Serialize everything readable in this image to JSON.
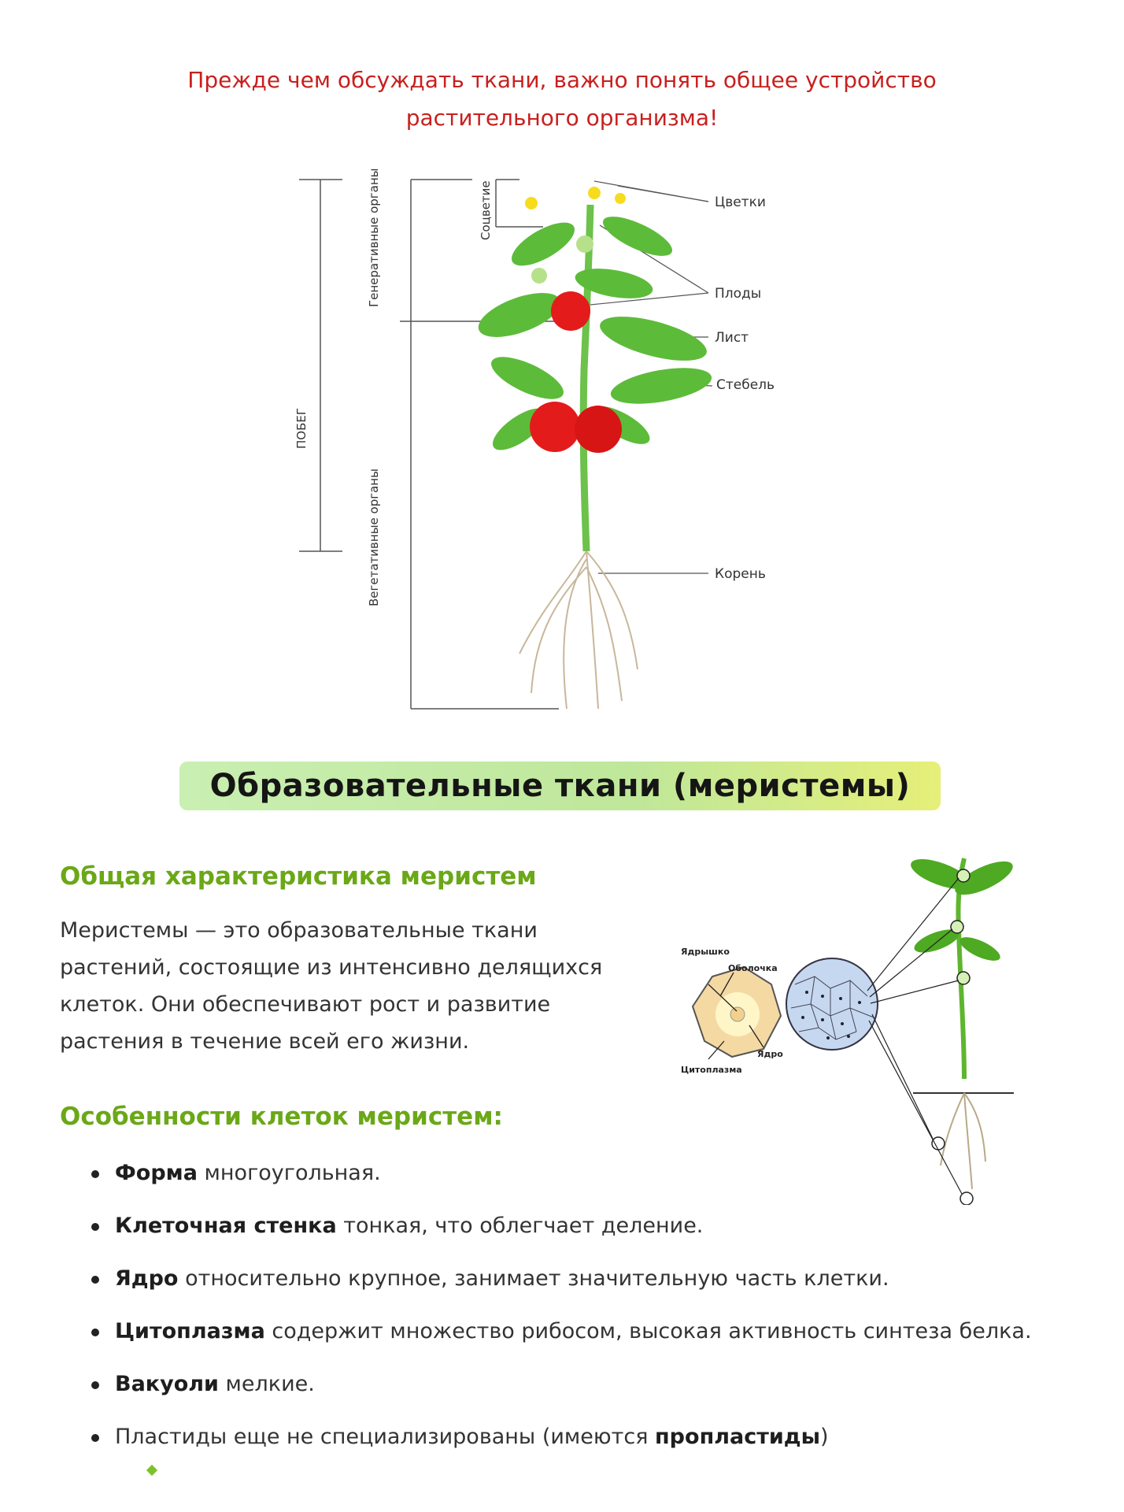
{
  "intro": {
    "line1": "Прежде чем обсуждать ткани, важно понять общее устройство",
    "line2": "растительного организма!"
  },
  "plant_diagram": {
    "shoot": "ПОБЕГ",
    "generative": "Генеративные органы",
    "vegetative": "Вегетативные органы",
    "inflorescence": "Соцветие",
    "flowers": "Цветки",
    "fruits": "Плоды",
    "leaf": "Лист",
    "stem": "Стебель",
    "root": "Корень"
  },
  "section_title": "Образовательные ткани (меристемы)",
  "general": {
    "heading": "Общая характеристика меристем",
    "lines": [
      "Меристемы — это образовательные ткани",
      "растений, состоящие из интенсивно делящихся",
      "клеток. Они обеспечивают рост и развитие",
      "растения в течение всей его жизни."
    ]
  },
  "cell_diagram": {
    "nucleolus": "Ядрышко",
    "membrane": "Оболочка",
    "nucleus": "Ядро",
    "cytoplasm": "Цитоплазма"
  },
  "features": {
    "heading": "Особенности клеток меристем:",
    "items": [
      {
        "bold": "Форма",
        "text": " многоугольная."
      },
      {
        "bold": "Клеточная стенка",
        "text": " тонкая, что облегчает деление."
      },
      {
        "bold": "Ядро",
        "text": " относительно крупное, занимает значительную часть клетки."
      },
      {
        "bold": "Цитоплазма",
        "text": " содержит множество рибосом, высокая активность синтеза белка."
      },
      {
        "bold": "Вакуоли",
        "text": " мелкие."
      },
      {
        "pre": "Пластиды еще не специализированы (имеются ",
        "bold": "пропластиды",
        "post": ")"
      }
    ]
  },
  "colors": {
    "intro_red": "#c8201e",
    "accent_green": "#6aa817",
    "pill_gradient_start": "#c9efb2",
    "pill_gradient_end": "#e6ef78"
  }
}
